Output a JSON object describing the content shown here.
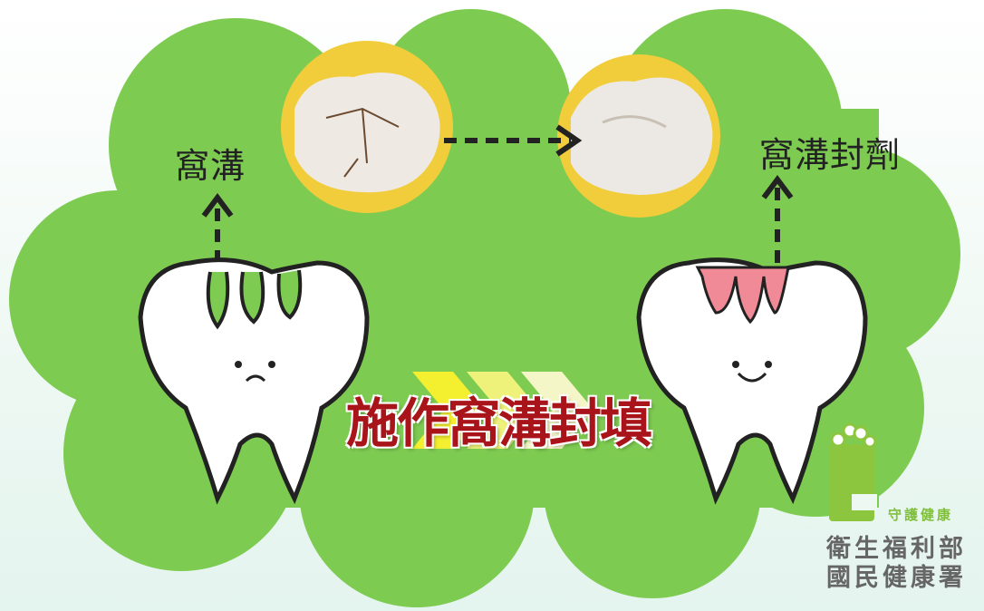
{
  "labels": {
    "pit": "窩溝",
    "sealant": "窩溝封劑",
    "action": "施作窩溝封填"
  },
  "logo": {
    "motto": "守護健康",
    "org_line1": "衛生福利部",
    "org_line2": "國民健康署"
  },
  "colors": {
    "cloud": "#7ecb52",
    "photo_ring": "#f2cd3b",
    "action_text": "#a8141a",
    "sealant": "#f08a96"
  }
}
